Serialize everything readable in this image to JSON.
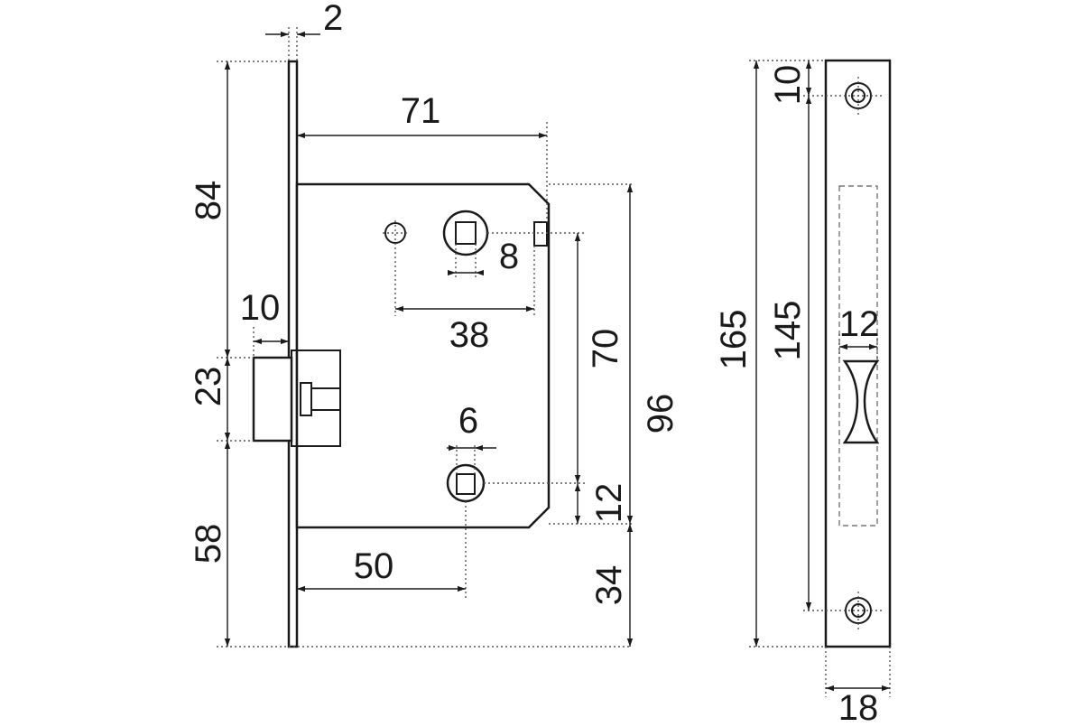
{
  "dimensions": {
    "faceplate_thickness": "2",
    "backset_to_body": "71",
    "height_upper": "84",
    "bolt_projection": "10",
    "bolt_height": "23",
    "height_lower": "58",
    "spindle_square": "8",
    "hole_spacing": "38",
    "spindle_to_cylinder": "70",
    "body_height": "96",
    "lower_square": "6",
    "bottom_offset": "12",
    "backset": "50",
    "bottom_to_plate": "34",
    "plate_length": "165",
    "screw_spacing": "145",
    "screw_offset": "10",
    "slot_width": "12",
    "plate_width": "18"
  }
}
